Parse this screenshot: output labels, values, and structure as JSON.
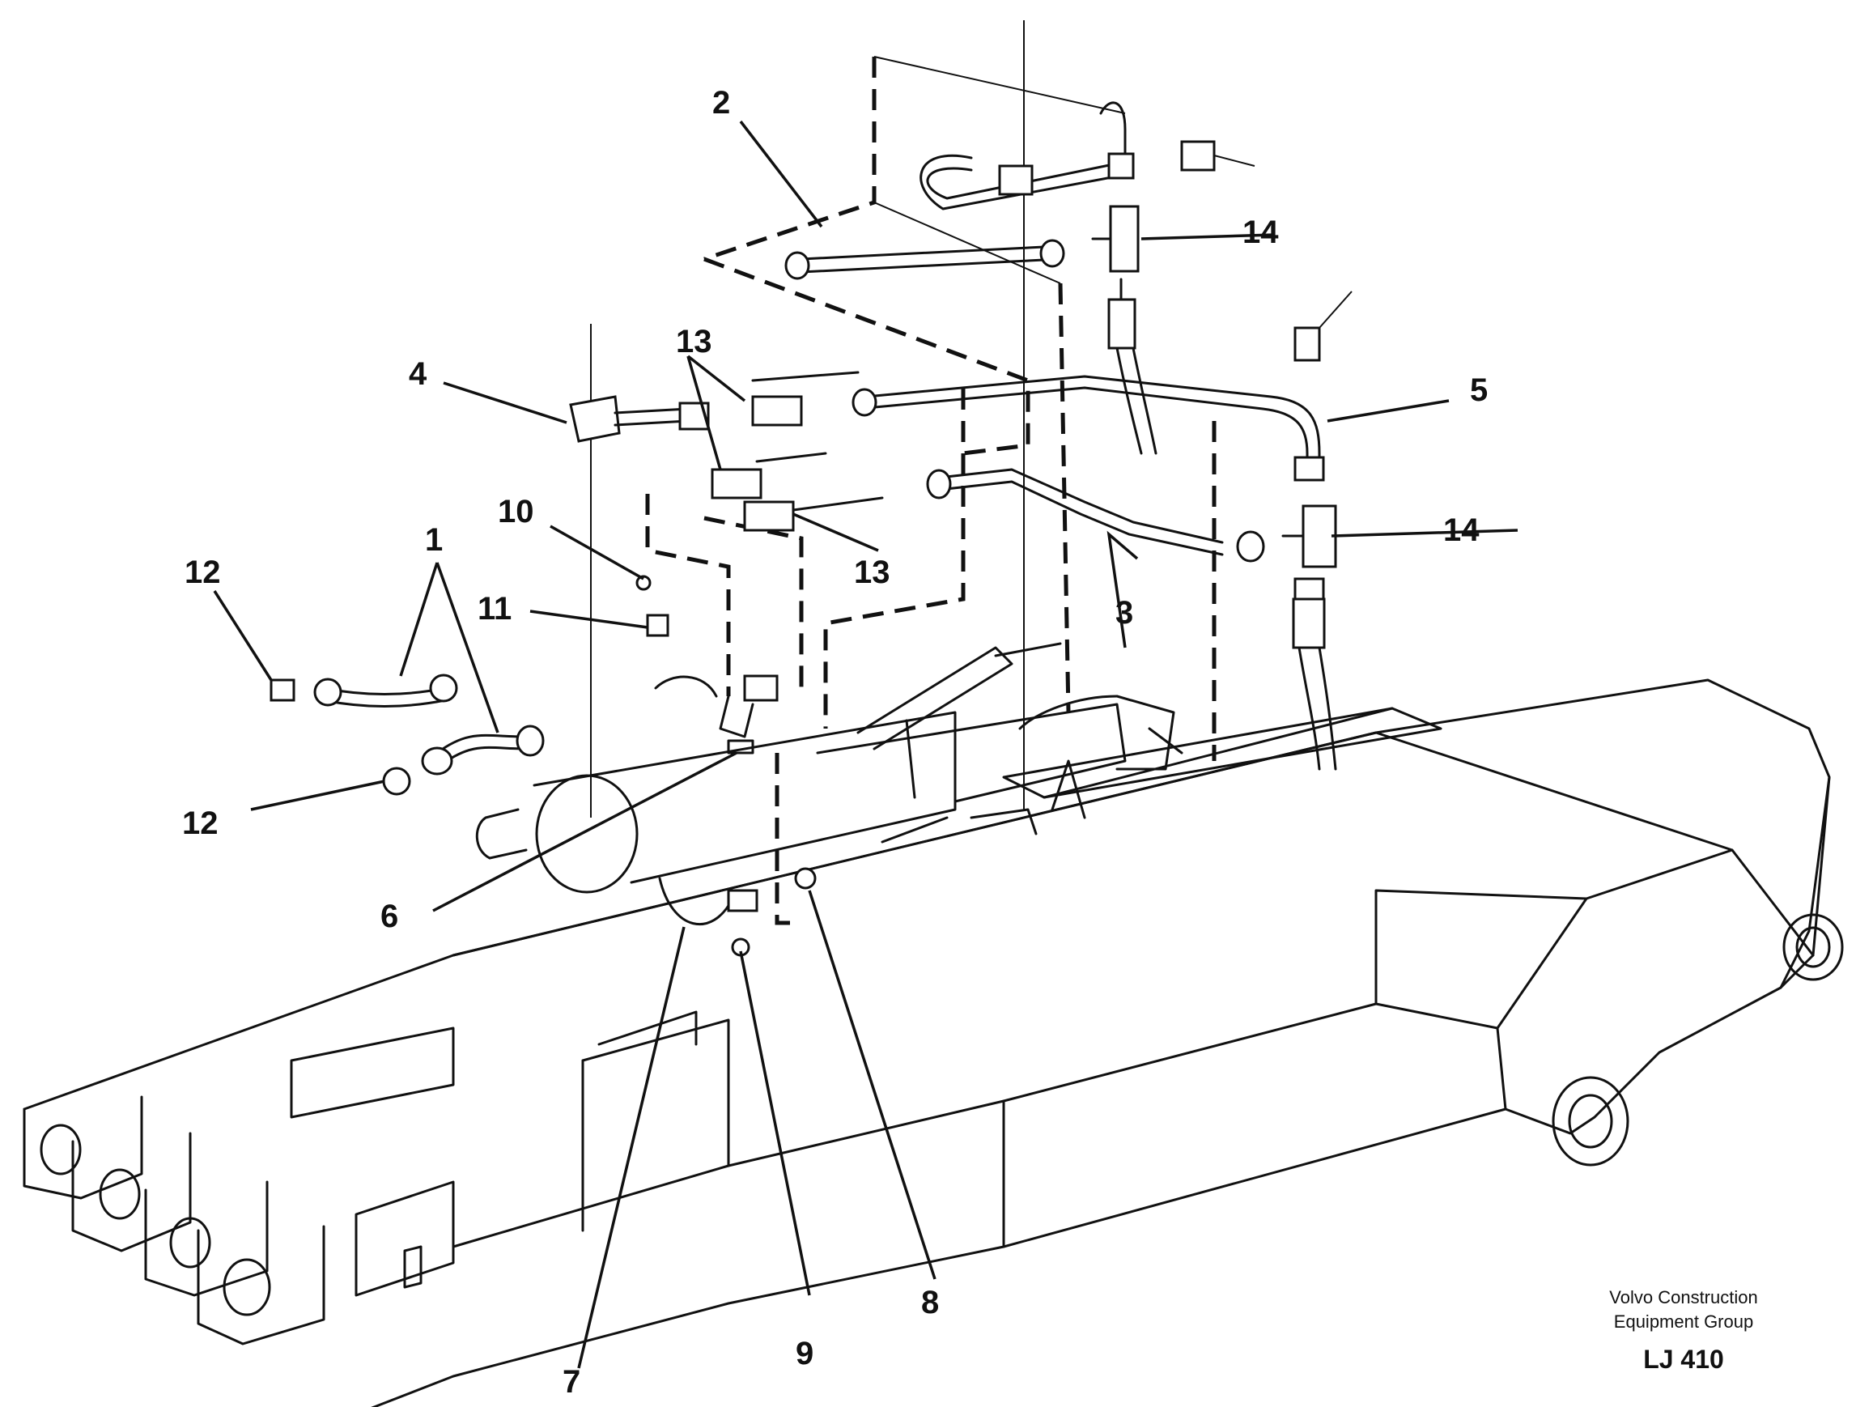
{
  "callouts": [
    "1",
    "2",
    "3",
    "4",
    "5",
    "6",
    "7",
    "8",
    "9",
    "10",
    "11",
    "12",
    "12",
    "13",
    "13",
    "14",
    "14"
  ],
  "credit": {
    "line1": "Volvo Construction",
    "line2": "Equipment Group",
    "code": "LJ 410"
  }
}
